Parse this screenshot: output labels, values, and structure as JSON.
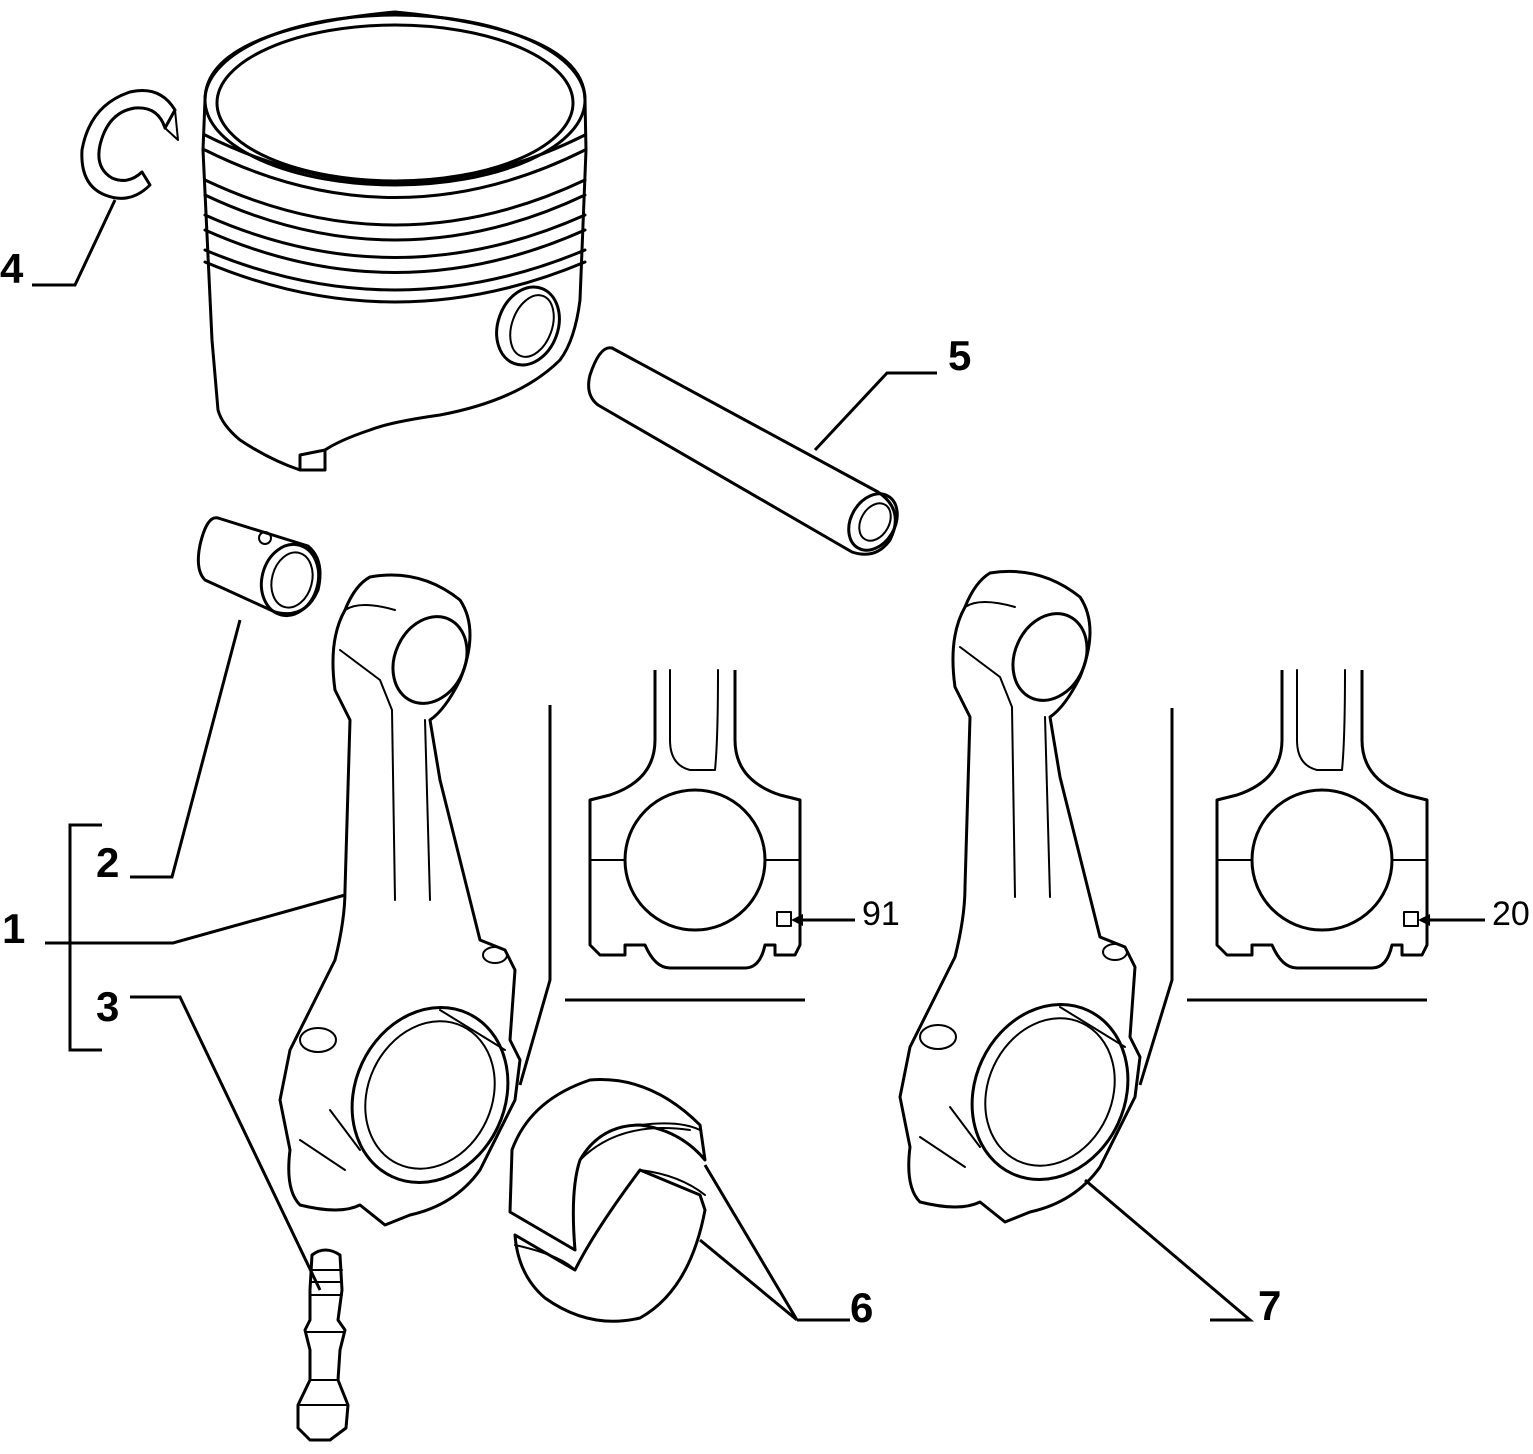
{
  "callouts": {
    "c1": "1",
    "c2": "2",
    "c3": "3",
    "c4": "4",
    "c5": "5",
    "c6": "6",
    "c7": "7",
    "ref_left": "91",
    "ref_right": "20"
  },
  "colors": {
    "line": "#000000",
    "background": "#ffffff"
  },
  "parts": [
    {
      "id": "1",
      "name": "connecting-rod-assembly"
    },
    {
      "id": "2",
      "name": "small-end-bushing"
    },
    {
      "id": "3",
      "name": "connecting-rod-bolt"
    },
    {
      "id": "4",
      "name": "circlip"
    },
    {
      "id": "5",
      "name": "piston-pin"
    },
    {
      "id": "6",
      "name": "big-end-bearing-shells"
    },
    {
      "id": "7",
      "name": "connecting-rod"
    }
  ]
}
